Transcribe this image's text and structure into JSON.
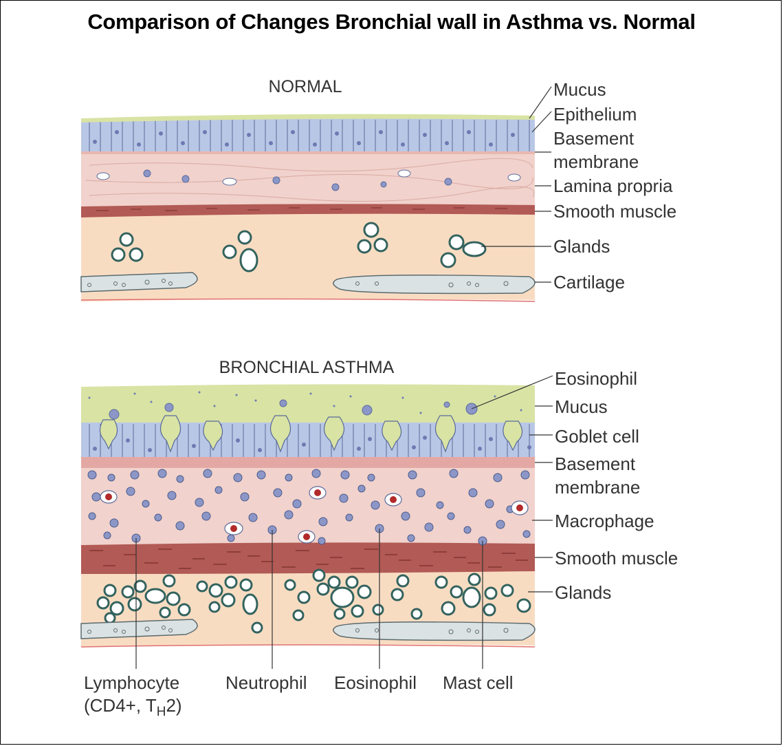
{
  "title": "Comparison of Changes Bronchial wall in Asthma vs. Normal",
  "normal": {
    "heading": "NORMAL",
    "labels": [
      "Mucus",
      "Epithelium",
      "Basement",
      "membrane",
      "Lamina propria",
      "Smooth muscle",
      "Glands",
      "Cartilage"
    ]
  },
  "asthma": {
    "heading": "BRONCHIAL ASTHMA",
    "right_labels": [
      "Eosinophil",
      "Mucus",
      "Goblet cell",
      "Basement",
      "membrane",
      "Macrophage",
      "Smooth muscle",
      "Glands"
    ],
    "bottom_labels": {
      "lymphocyte": "Lymphocyte",
      "lymphocyte_sub_prefix": "(CD4+, T",
      "lymphocyte_sub_sub": "H",
      "lymphocyte_sub_suffix": "2)",
      "neutrophil": "Neutrophil",
      "eosinophil": "Eosinophil",
      "mast_cell": "Mast cell"
    }
  },
  "colors": {
    "mucus": "#d9e3a4",
    "epithelium": "#b9c7e6",
    "lamina": "#f1d2cc",
    "muscle": "#b25a55",
    "submucosa": "#f8dcc2",
    "cartilage": "#dbe2e3",
    "cell": "#8c97c8",
    "gland_ring": "#33635e"
  }
}
